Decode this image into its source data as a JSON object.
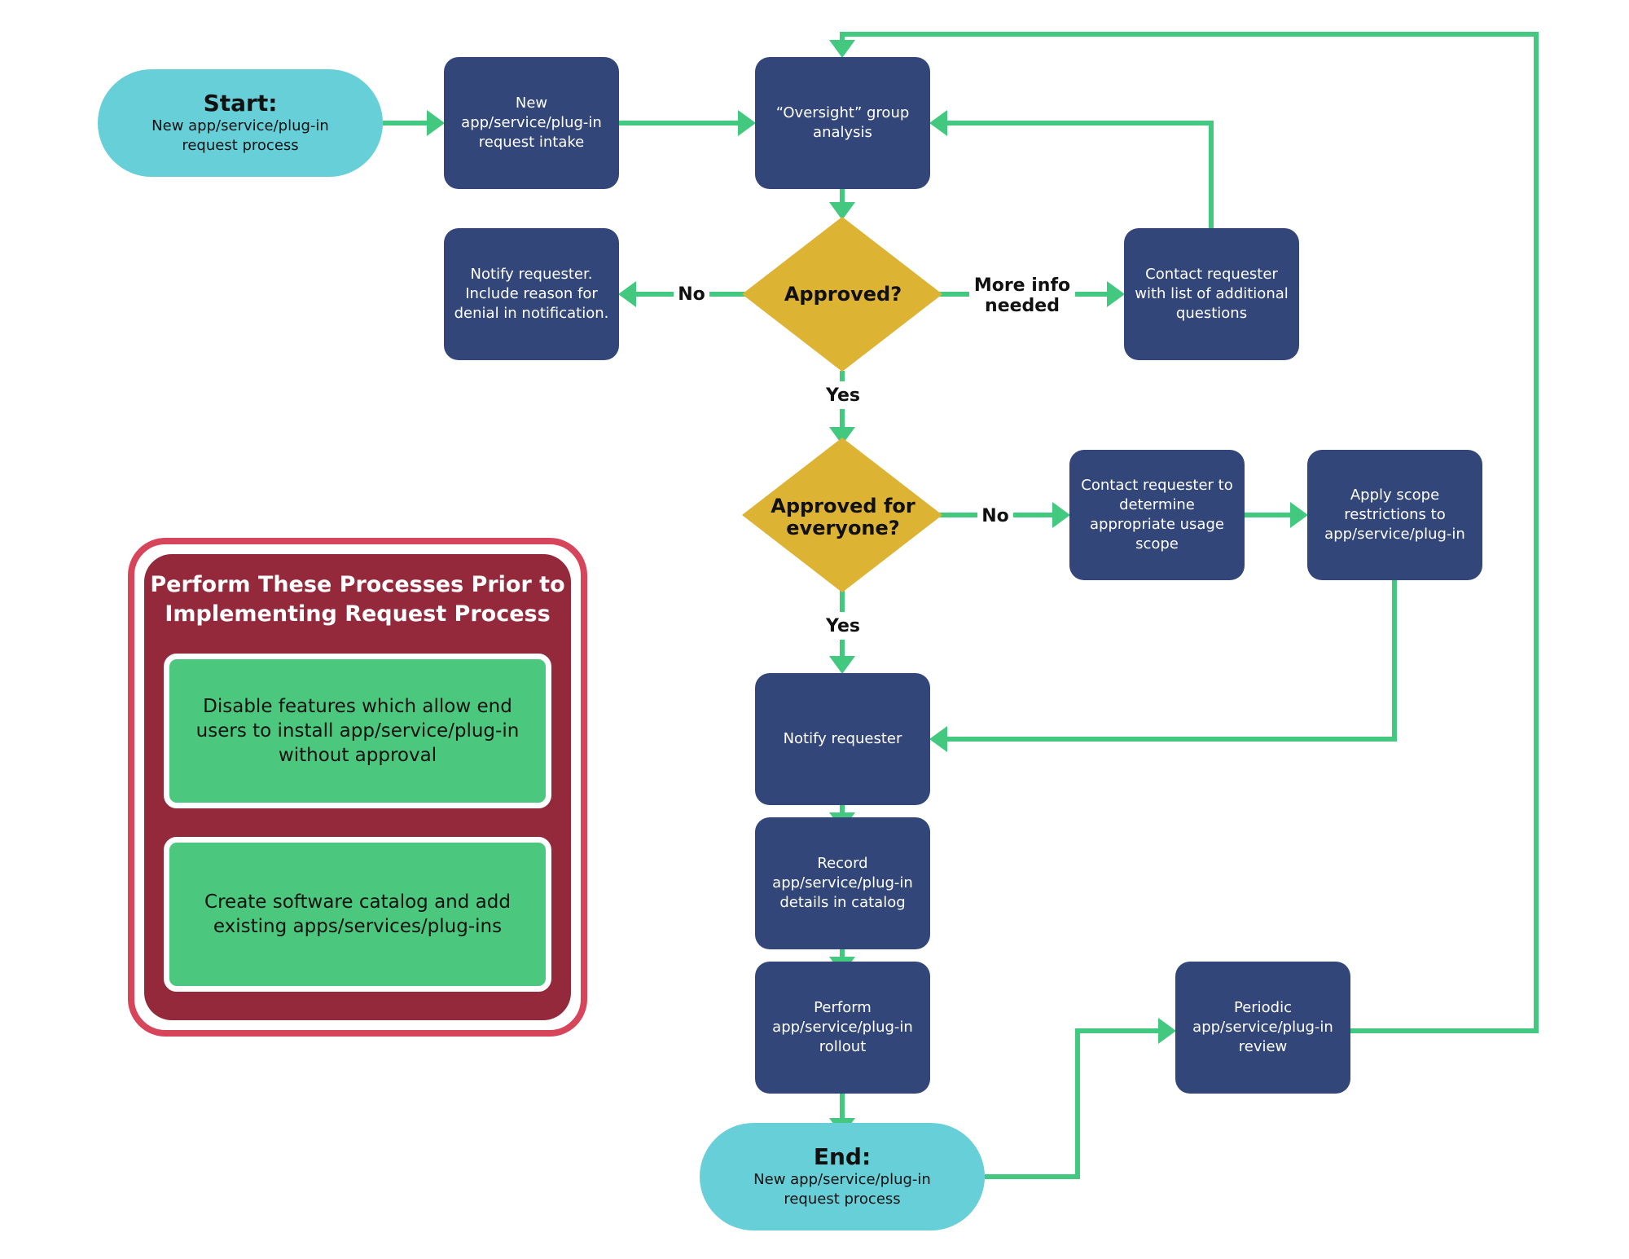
{
  "colors": {
    "process": "#32467a",
    "terminal": "#66cfd8",
    "decision": "#ddb334",
    "connector": "#43c97f",
    "prereq_border": "#d6455a",
    "prereq_panel": "#93293a",
    "prereq_item": "#4bc87e"
  },
  "nodes": {
    "start": {
      "title": "Start:",
      "subtitle": "New app/service/plug-in request process"
    },
    "intake": {
      "label": "New app/service/plug-in request intake"
    },
    "oversight": {
      "label": "“Oversight” group analysis"
    },
    "approved": {
      "label": "Approved?"
    },
    "notify_denial": {
      "label": "Notify requester. Include reason for denial in notification."
    },
    "contact_questions": {
      "label": "Contact requester with list of additional questions"
    },
    "approved_everyone": {
      "label": "Approved for everyone?"
    },
    "contact_scope": {
      "label": "Contact requester to determine appropriate usage scope"
    },
    "apply_scope": {
      "label": "Apply scope restrictions to app/service/plug-in"
    },
    "notify": {
      "label": "Notify requester"
    },
    "record": {
      "label": "Record app/service/plug-in details in catalog"
    },
    "rollout": {
      "label": "Perform app/service/plug-in rollout"
    },
    "end": {
      "title": "End:",
      "subtitle": "New app/service/plug-in request process"
    },
    "periodic_review": {
      "label": "Periodic app/service/plug-in review"
    }
  },
  "edge_labels": {
    "approved_no": "No",
    "approved_more_info": "More info needed",
    "approved_yes": "Yes",
    "everyone_no": "No",
    "everyone_yes": "Yes"
  },
  "prerequisites": {
    "title": "Perform These Processes Prior to Implementing Request Process",
    "items": [
      "Disable features which allow end users to install app/service/plug-in without approval",
      "Create software catalog and add existing apps/services/plug-ins"
    ]
  }
}
